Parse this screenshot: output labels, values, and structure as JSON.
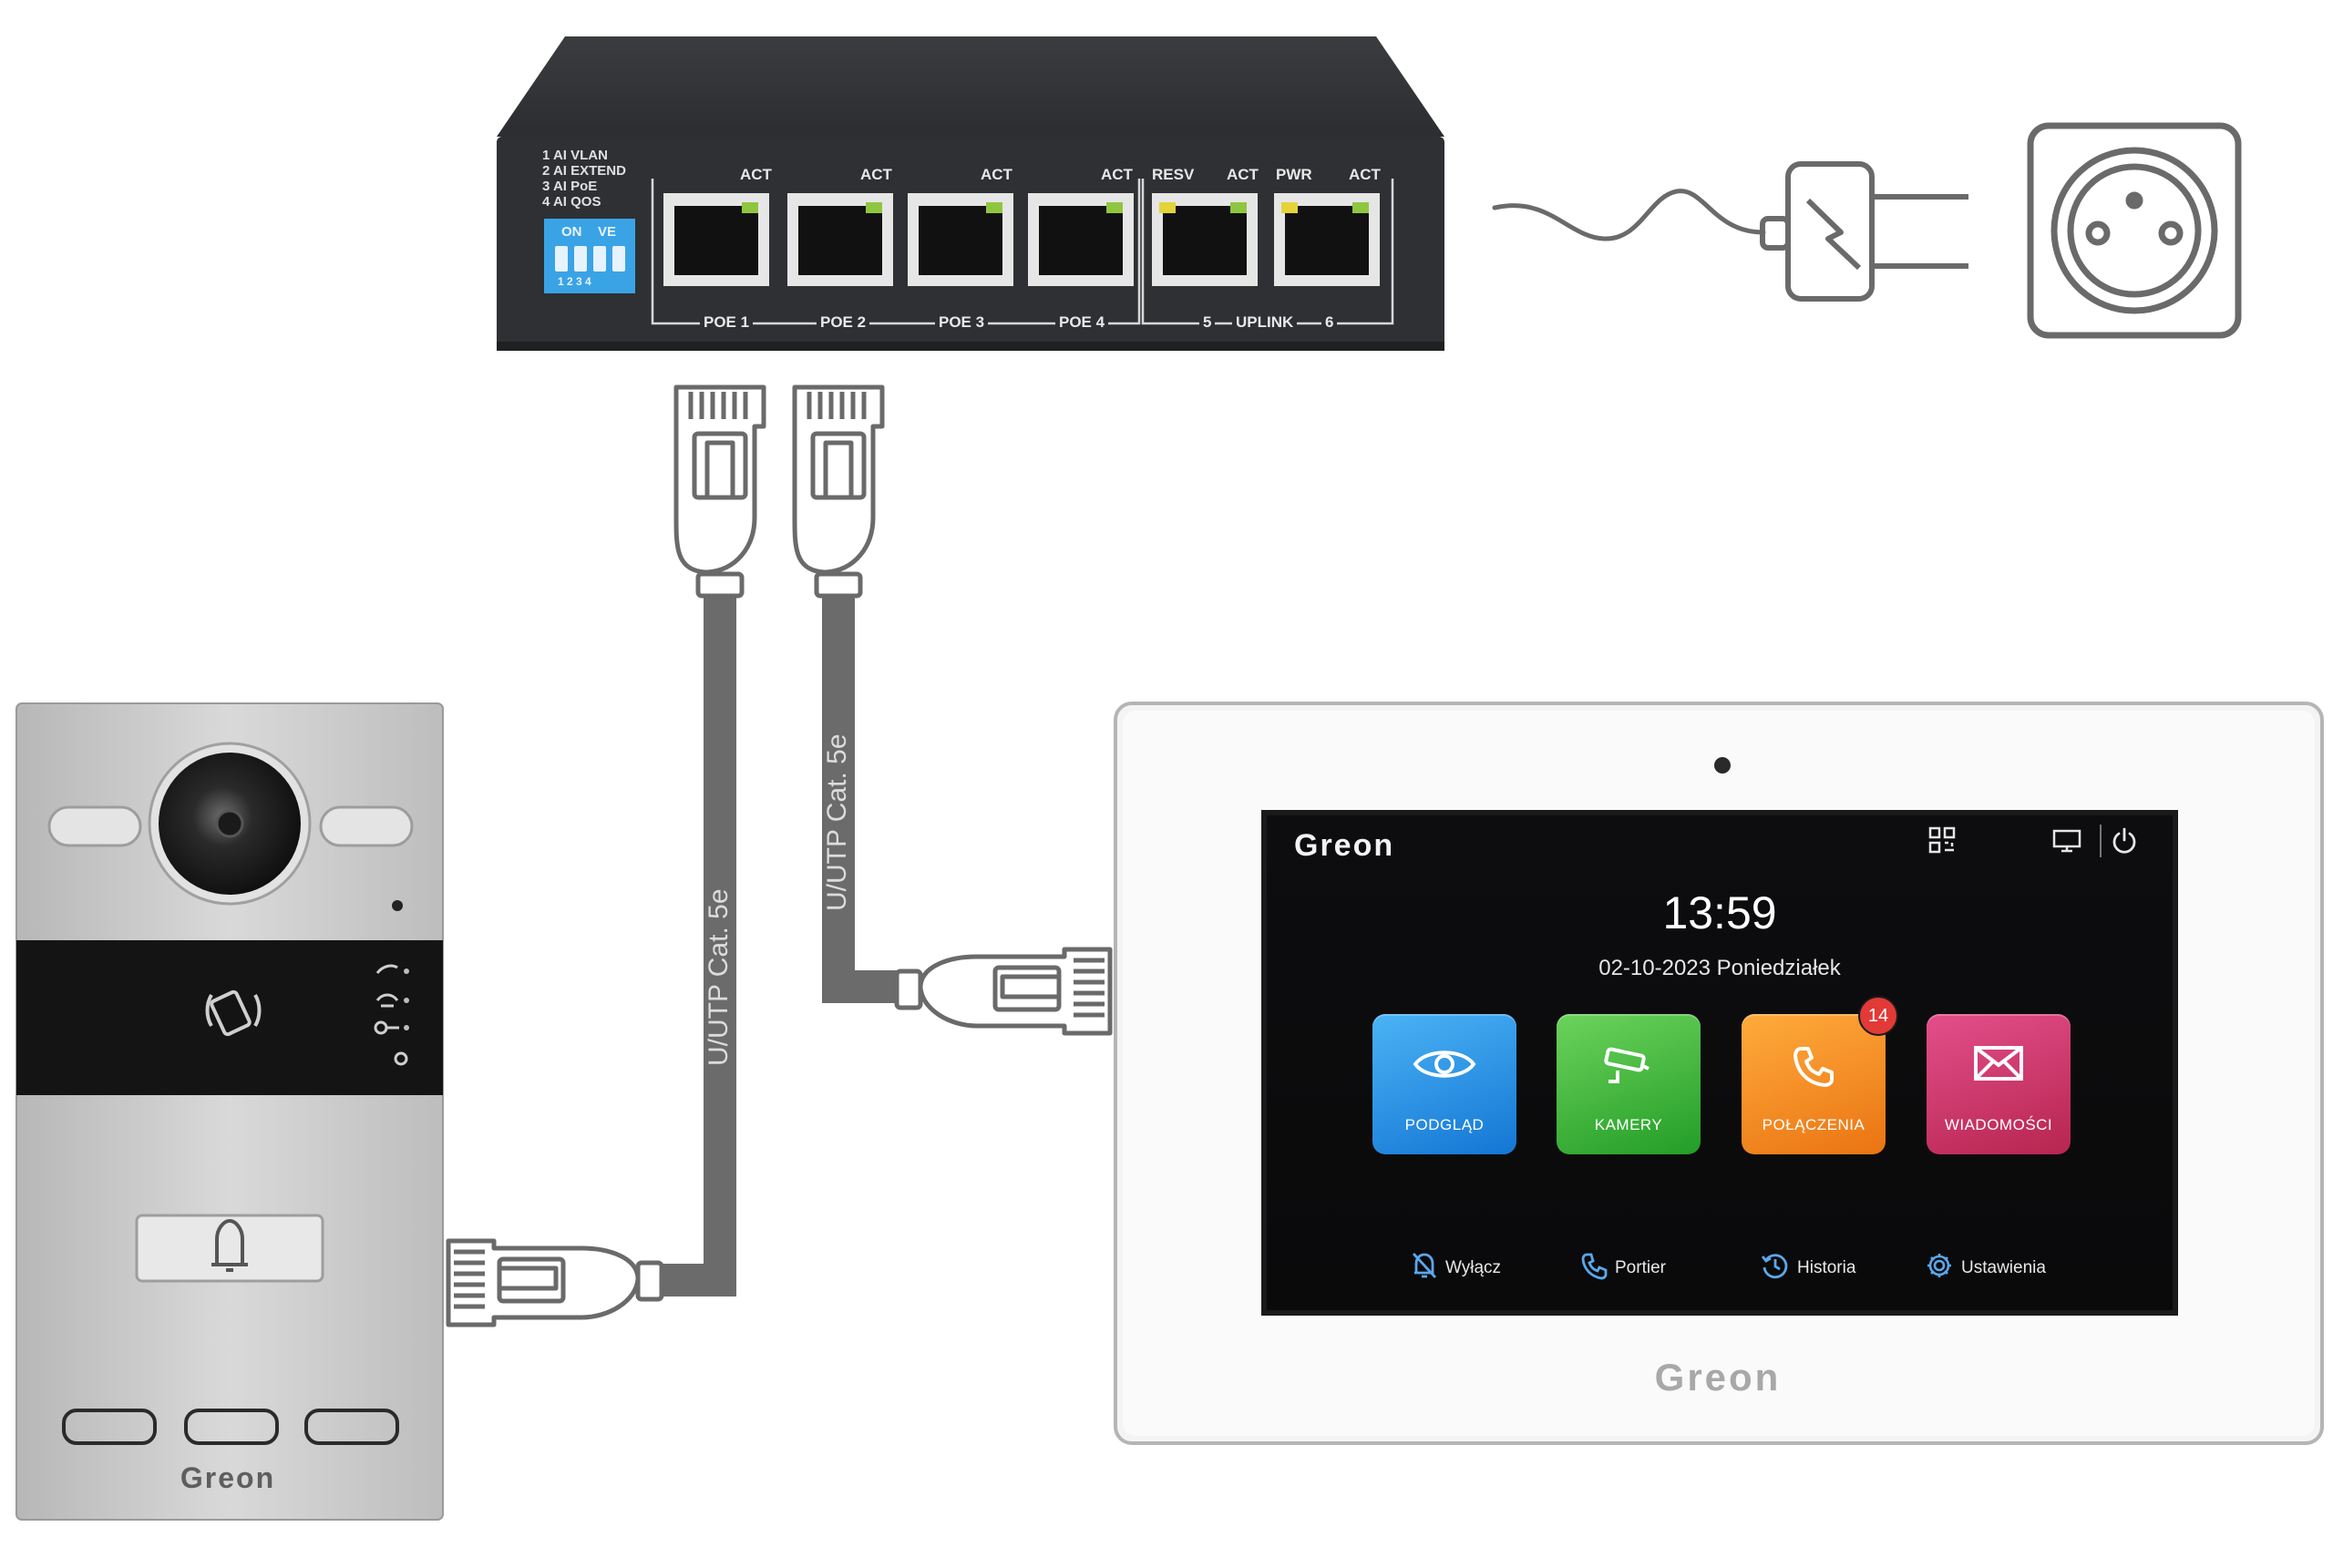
{
  "switch": {
    "dip_legend": [
      "1 AI VLAN",
      "2 AI EXTEND",
      "3 AI PoE",
      "4 AI QOS"
    ],
    "dip_labels": [
      "ON",
      "VE",
      "1 2 3 4"
    ],
    "top_labels": [
      "ACT",
      "ACT",
      "ACT",
      "ACT",
      "RESV",
      "ACT",
      "PWR",
      "ACT"
    ],
    "bottom_labels": [
      "POE 1",
      "POE 2",
      "POE 3",
      "POE 4",
      "5",
      "UPLINK",
      "6"
    ]
  },
  "cables": {
    "label_left": "U/UTP Cat. 5e",
    "label_right": "U/UTP Cat. 5e"
  },
  "monitor": {
    "screen_brand": "Greon",
    "time": "13:59",
    "date": "02-10-2023 Poniedziałek",
    "tiles": [
      {
        "label": "PODGLĄD",
        "color": "#1f86e0",
        "icon": "eye-icon"
      },
      {
        "label": "KAMERY",
        "color": "#35b132",
        "icon": "camera-icon"
      },
      {
        "label": "POŁĄCZENIA",
        "color": "#f08a1a",
        "icon": "phone-icon",
        "badge": "14"
      },
      {
        "label": "WIADOMOŚCI",
        "color": "#c8305f",
        "icon": "envelope-icon"
      }
    ],
    "bottom_bar": [
      {
        "label": "Wyłącz",
        "icon": "bell-off-icon"
      },
      {
        "label": "Portier",
        "icon": "phone-icon"
      },
      {
        "label": "Historia",
        "icon": "history-icon"
      },
      {
        "label": "Ustawienia",
        "icon": "gear-icon"
      }
    ],
    "bezel_brand": "Greon"
  },
  "door_panel": {
    "brand": "Greon"
  },
  "colors": {
    "switch_body": "#2e3033",
    "cable": "#6b6b6b",
    "outline": "#6a6a6a",
    "panel_metal": "#c9c9c9"
  }
}
